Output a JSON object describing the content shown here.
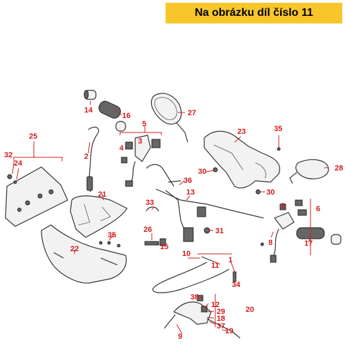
{
  "banner": {
    "text": "Na obrázku díl číslo 11",
    "color": "#f7c62b"
  },
  "callout_color": "#d11a1a",
  "parts": {
    "p1": "1",
    "p2": "2",
    "p3": "3",
    "p4": "4",
    "p5": "5",
    "p6": "6",
    "p7": "7",
    "p8": "8",
    "p9": "9",
    "p10": "10",
    "p11": "11",
    "p12": "12",
    "p13": "13",
    "p14": "14",
    "p15": "15",
    "p16": "16",
    "p17": "17",
    "p18": "18",
    "p19": "19",
    "p20": "20",
    "p21": "21",
    "p22": "22",
    "p23": "23",
    "p24": "24",
    "p25": "25",
    "p26": "26",
    "p27": "27",
    "p28": "28",
    "p29": "29",
    "p30a": "30",
    "p30b": "30",
    "p31": "31",
    "p32": "32",
    "p33": "33",
    "p34": "34",
    "p35a": "35",
    "p35b": "35",
    "p36": "36",
    "p37": "37",
    "p38": "38"
  }
}
